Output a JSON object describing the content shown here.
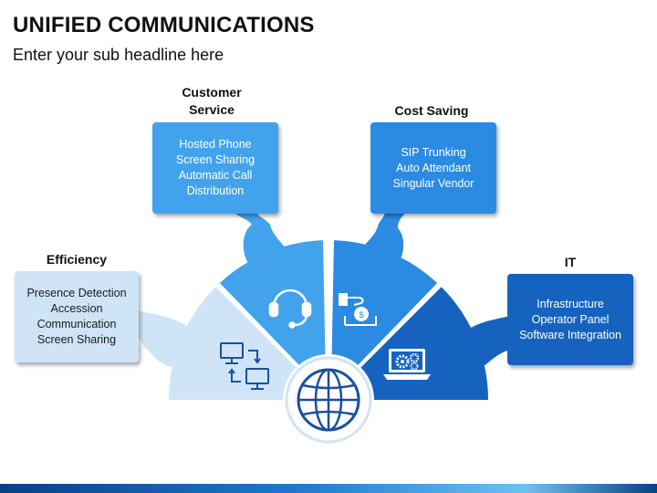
{
  "title": "UNIFIED COMMUNICATIONS",
  "subtitle": "Enter your sub headline here",
  "sections": {
    "efficiency": {
      "heading": "Efficiency",
      "items": [
        "Presence Detection",
        "Accession",
        "Communication",
        "Screen Sharing"
      ]
    },
    "customer_service": {
      "heading": [
        "Customer",
        "Service"
      ],
      "items": [
        "Hosted Phone",
        "Screen Sharing",
        "Automatic Call",
        "Distribution"
      ]
    },
    "cost_saving": {
      "heading": "Cost Saving",
      "items": [
        "SIP Trunking",
        "Auto Attendant",
        "Singular Vendor"
      ]
    },
    "it": {
      "heading": "IT",
      "items": [
        "Infrastructure",
        "Operator Panel",
        "Software Integration"
      ]
    }
  },
  "icons": [
    "network-transfer-icon",
    "headset-icon",
    "hand-coin-icon",
    "laptop-gears-icon",
    "globe-icon"
  ],
  "colors": {
    "segment_light": "#cfe5f7",
    "segment_mid": "#42a3ec",
    "segment_mid2": "#2b8ae2",
    "segment_dark": "#1663bf",
    "icon_dark": "#1a4fa0",
    "text": "#111111"
  }
}
